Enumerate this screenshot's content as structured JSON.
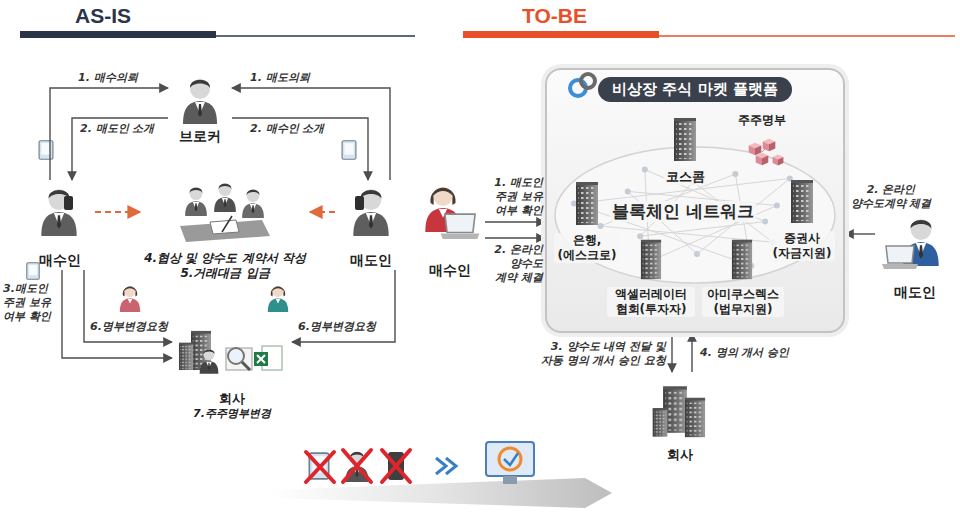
{
  "diagram": {
    "nodes": [
      {
        "text": [
          "브로커"
        ]
      },
      {
        "text": [
          "매수인"
        ]
      },
      {
        "text": [
          "매도인"
        ]
      },
      {
        "text": [
          "4.협상 및 양수도 계약서 작성",
          "5.거래대금 입금"
        ]
      },
      {
        "text": [
          "회사",
          "7.주주명부변경"
        ]
      },
      {
        "text": [
          "비상장 주식 마켓 플랫폼"
        ]
      },
      {
        "text": [
          "블록체인 네트워크"
        ],
        "in": 5
      },
      {
        "text": [
          "코스콤"
        ],
        "in": 5
      },
      {
        "text": [
          "주주명부"
        ],
        "in": 5
      },
      {
        "text": [
          "은행, (에스크로)"
        ],
        "in": 5
      },
      {
        "text": [
          "증권사 (자금지원)"
        ],
        "in": 5
      },
      {
        "text": [
          "액셀러레이터 협회(투자자)"
        ],
        "in": 5
      },
      {
        "text": [
          "아미쿠스렉스 (법무지원)"
        ],
        "in": 5
      },
      {
        "text": [
          "매수인"
        ]
      },
      {
        "text": [
          "매도인"
        ]
      },
      {
        "text": [
          "회사"
        ]
      }
    ],
    "edges": [
      {
        "from": 1,
        "to": 0,
        "label": "1. 매수의뢰",
        "arrow": "to"
      },
      {
        "from": 0,
        "to": 1,
        "label": "2. 매도인 소개",
        "arrow": "to"
      },
      {
        "from": 2,
        "to": 0,
        "label": "1. 매도의뢰",
        "arrow": "to"
      },
      {
        "from": 0,
        "to": 2,
        "label": "2. 매수인 소개",
        "arrow": "to"
      },
      {
        "from": 1,
        "to": 3,
        "arrow": "to"
      },
      {
        "from": 2,
        "to": 3,
        "arrow": "to"
      },
      {
        "from": 1,
        "to": 4,
        "label": "3.매도인 주권 보유 여부 확인",
        "arrow": "to"
      },
      {
        "from": 1,
        "to": 4,
        "label": "6.명부변경요청",
        "arrow": "to"
      },
      {
        "from": 2,
        "to": 4,
        "label": "6.명부변경요청",
        "arrow": "to"
      },
      {
        "from": 13,
        "to": 5,
        "label": "1. 매도인 주권 보유 여부 확인",
        "arrow": "to"
      },
      {
        "from": 13,
        "to": 5,
        "label": "2. 온라인 양수도 계약 체결",
        "arrow": "to"
      },
      {
        "from": 14,
        "to": 5,
        "label": "2. 온라인 양수도계약 체결",
        "arrow": "to"
      },
      {
        "from": 5,
        "to": 15,
        "label": "3. 양수도 내역 전달 및 자동 명의 개서 승인 요청",
        "arrow": "to"
      },
      {
        "from": 15,
        "to": 5,
        "label": "4. 명의 개서 승인",
        "arrow": "to"
      }
    ],
    "labels": [
      "AS-IS",
      "TO-BE"
    ]
  }
}
